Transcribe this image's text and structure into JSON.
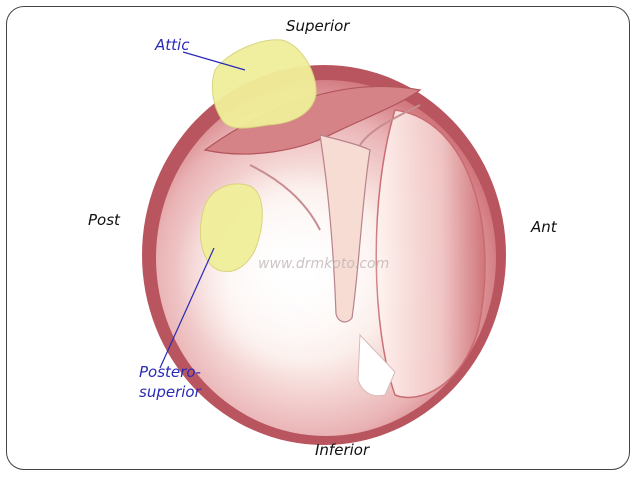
{
  "labels": {
    "superior": "Superior",
    "inferior": "Inferior",
    "post": "Post",
    "ant": "Ant",
    "attic": "Attic",
    "postero_superior_line1": "Postero-",
    "postero_superior_line2": "superior"
  },
  "watermark": "www.drmkoto.com",
  "colors": {
    "membrane": "#e7a9ad",
    "rim": "#b9555e",
    "highlight": "#fff7e0",
    "yellow_region": "#f0ef9a",
    "pointer_line": "#2a2ab8"
  }
}
